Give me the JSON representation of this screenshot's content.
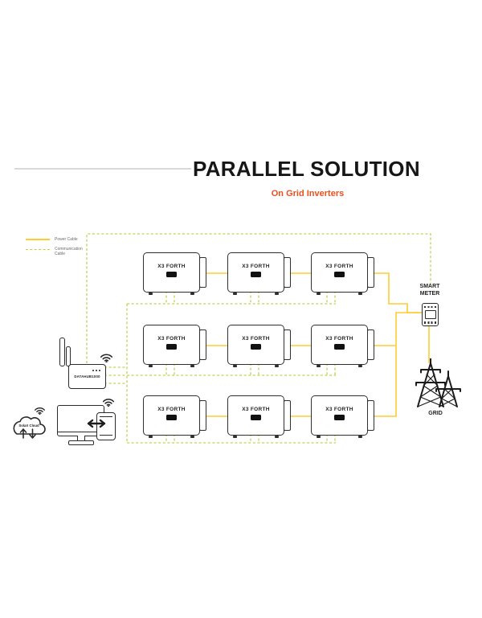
{
  "header": {
    "title": "PARALLEL SOLUTION",
    "subtitle": "On Grid Inverters"
  },
  "legend": {
    "power_label": "Power Cable",
    "communication_label": "Communication Cable"
  },
  "colors": {
    "power_cable": "#FFCC33",
    "communication_cable": "#C3D153",
    "accent": "#E9501E",
    "outline": "#2B2B2B"
  },
  "devices": {
    "inverter_label": "X3 FORTH",
    "inverter_count": 9,
    "datahub_label": "DATAHUB1000",
    "cloud_label": "SolaX Cloud",
    "smart_meter_label": "SMART METER",
    "grid_label": "GRID"
  },
  "icons": [
    "wifi-icon",
    "antenna-icon",
    "cloud-icon",
    "upload-arrow-icon",
    "download-arrow-icon",
    "monitor-icon",
    "phone-icon",
    "sync-arrows-icon",
    "smart-meter-icon",
    "transmission-tower-icon",
    "inverter-display-icon"
  ]
}
